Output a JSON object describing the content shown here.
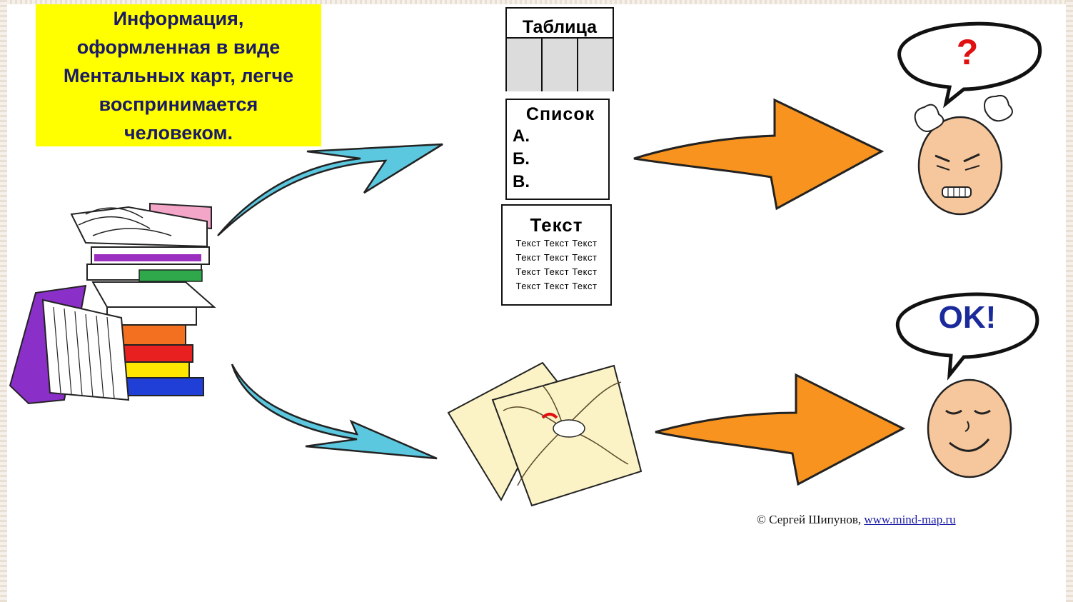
{
  "callout": {
    "lines": [
      "Информация,",
      "оформленная в виде",
      "Ментальных карт, легче",
      "воспринимается",
      "человеком."
    ]
  },
  "table_box": {
    "title": "Таблица"
  },
  "list_box": {
    "title": "Список",
    "items": [
      "А.",
      "Б.",
      "В."
    ]
  },
  "text_box": {
    "title": "Текст",
    "lines": [
      "Текст Текст Текст",
      "Текст Текст Текст",
      "Текст Текст Текст",
      "Текст Текст Текст"
    ]
  },
  "bubbles": {
    "top": "?",
    "bottom": "OK!"
  },
  "credit": {
    "prefix": "© Сергей Шипунов, ",
    "link": "www.mind-map.ru"
  },
  "colors": {
    "callout_bg": "#ffff00",
    "callout_text": "#1a1a66",
    "arrow_orange": "#f7931e",
    "arrow_blue": "#5bc8e0"
  }
}
